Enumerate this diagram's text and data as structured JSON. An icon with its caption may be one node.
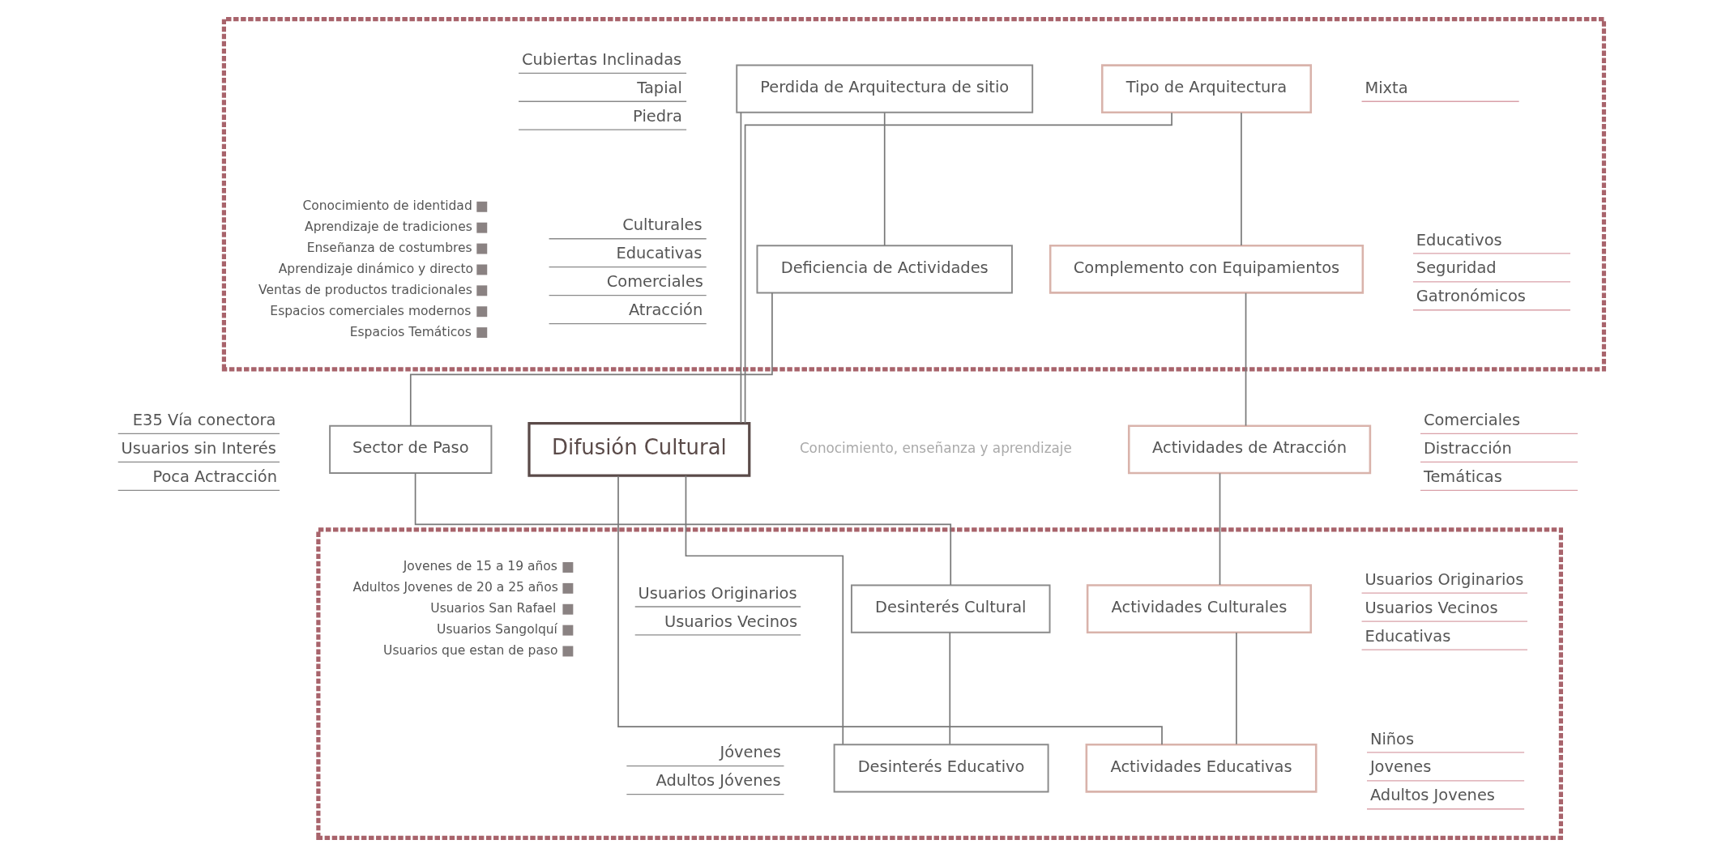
{
  "diagram": {
    "nodes": [
      {
        "text": [],
        "shape": "band"
      },
      {
        "text": [
          "Perdida de Arquitectura de sitio"
        ],
        "in": 0,
        "beside": [
          "Cubiertas Inclinadas",
          "Tapial",
          "Piedra"
        ]
      },
      {
        "text": [
          "Tipo de Arquitectura"
        ],
        "in": 0,
        "beside": [
          "Mixta"
        ]
      },
      {
        "text": [
          "Deficiencia de Actividades"
        ],
        "in": 0,
        "beside": [
          "Culturales",
          "Educativas",
          "Comerciales",
          "Atracción"
        ]
      },
      {
        "text": [
          "Complemento con Equipamientos"
        ],
        "in": 0,
        "beside": [
          "Educativos",
          "Seguridad",
          "Gatronómicos"
        ]
      },
      {
        "text": [
          "Sector de Paso"
        ],
        "beside": [
          "E35 Vía conectora",
          "Usuarios sin Interés",
          "Poca Actracción"
        ]
      },
      {
        "text": [
          "Difusión Cultural"
        ],
        "beside": [
          "Conocimiento, enseñanza y aprendizaje"
        ]
      },
      {
        "text": [
          "Actividades de Atracción"
        ],
        "beside": [
          "Comerciales",
          "Distracción",
          "Temáticas"
        ]
      },
      {
        "text": [],
        "shape": "band"
      },
      {
        "text": [
          "Desinterés Cultural"
        ],
        "in": 8,
        "beside": [
          "Usuarios Originarios",
          "Usuarios Vecinos"
        ]
      },
      {
        "text": [
          "Actividades Culturales"
        ],
        "in": 8,
        "beside": [
          "Usuarios Originarios",
          "Usuarios Vecinos",
          "Educativas"
        ]
      },
      {
        "text": [
          "Desinterés Educativo"
        ],
        "in": 8,
        "beside": [
          "Jóvenes",
          "Adultos Jóvenes"
        ]
      },
      {
        "text": [
          "Actividades Educativas"
        ],
        "in": 8,
        "beside": [
          "Niños",
          "Jovenes",
          "Adultos Jovenes"
        ]
      }
    ],
    "edges": [
      {
        "from": 1,
        "to": 3,
        "arrow": "none"
      },
      {
        "from": 3,
        "to": 5,
        "arrow": "none"
      },
      {
        "from": 5,
        "to": 9,
        "arrow": "none"
      },
      {
        "from": 9,
        "to": 11,
        "arrow": "none"
      },
      {
        "from": 1,
        "to": 6,
        "arrow": "none"
      },
      {
        "from": 11,
        "to": 6,
        "arrow": "none"
      },
      {
        "from": 2,
        "to": 4,
        "arrow": "none"
      },
      {
        "from": 4,
        "to": 7,
        "arrow": "none"
      },
      {
        "from": 7,
        "to": 10,
        "arrow": "none"
      },
      {
        "from": 10,
        "to": 12,
        "arrow": "none"
      },
      {
        "from": 2,
        "to": 6,
        "arrow": "none"
      },
      {
        "from": 12,
        "to": 6,
        "arrow": "none"
      }
    ],
    "labels": [
      "Conocimiento de identidad",
      "Aprendizaje de tradiciones",
      "Enseñanza de costumbres",
      "Aprendizaje dinámico y directo",
      "Ventas de productos tradicionales",
      "Espacios comerciales modernos",
      "Espacios Temáticos",
      "Jovenes de 15 a 19 años",
      "Adultos Jovenes de 20 a 25 años",
      "Usuarios San Rafael",
      "Usuarios Sangolquí",
      "Usuarios que estan de paso"
    ]
  }
}
